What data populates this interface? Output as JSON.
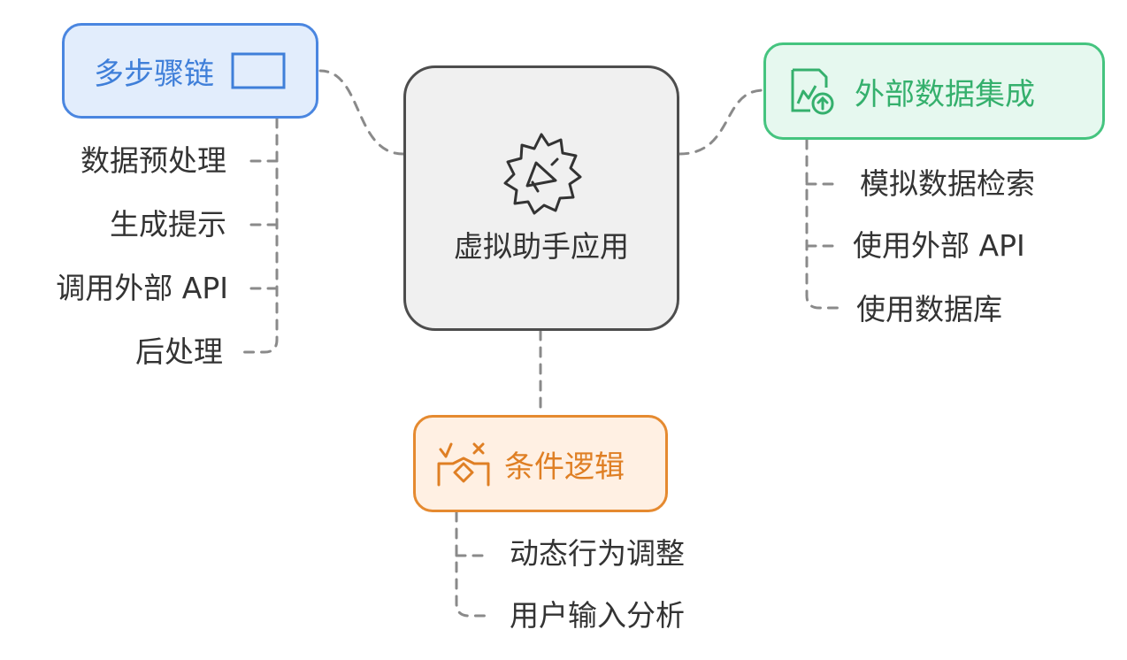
{
  "center": {
    "label": "虚拟助手应用",
    "icon": "megaphone-gear-icon"
  },
  "branches": {
    "multi_step": {
      "label": "多步骤链",
      "icon": "rectangle-icon",
      "color": "#4a86e0",
      "items": [
        "数据预处理",
        "生成提示",
        "调用外部 API",
        "后处理"
      ]
    },
    "external_data": {
      "label": "外部数据集成",
      "icon": "chart-upload-icon",
      "color": "#45c47f",
      "items": [
        "模拟数据检索",
        "使用外部 API",
        "使用数据库"
      ]
    },
    "conditional": {
      "label": "条件逻辑",
      "icon": "decision-icon",
      "color": "#e58a30",
      "items": [
        "动态行为调整",
        "用户输入分析"
      ]
    }
  }
}
